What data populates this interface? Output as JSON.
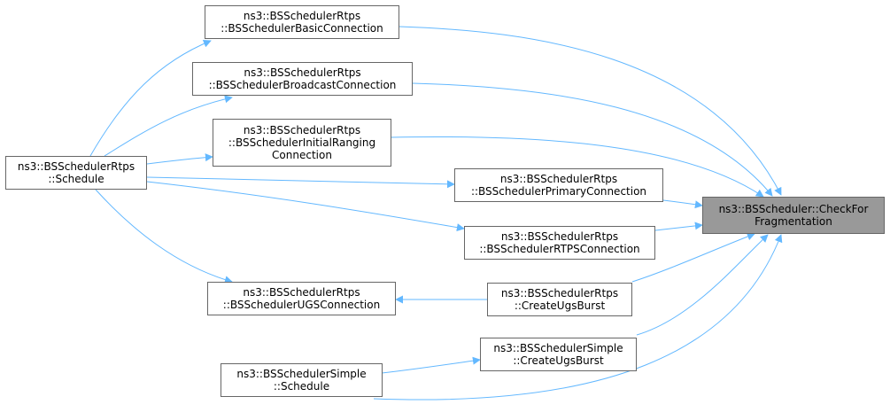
{
  "colors": {
    "edge": "#63b8ff",
    "node_border": "#666666",
    "highlight_fill": "#999999"
  },
  "nodes": {
    "basic": {
      "lines": [
        "ns3::BSSchedulerRtps",
        "::BSSchedulerBasicConnection"
      ]
    },
    "broadcast": {
      "lines": [
        "ns3::BSSchedulerRtps",
        "::BSSchedulerBroadcastConnection"
      ]
    },
    "initial": {
      "lines": [
        "ns3::BSSchedulerRtps",
        "::BSSchedulerInitialRanging",
        "Connection"
      ]
    },
    "primary": {
      "lines": [
        "ns3::BSSchedulerRtps",
        "::BSSchedulerPrimaryConnection"
      ]
    },
    "rtps": {
      "lines": [
        "ns3::BSSchedulerRtps",
        "::BSSchedulerRTPSConnection"
      ]
    },
    "ugs": {
      "lines": [
        "ns3::BSSchedulerRtps",
        "::BSSchedulerUGSConnection"
      ]
    },
    "rtpsburst": {
      "lines": [
        "ns3::BSSchedulerRtps",
        "::CreateUgsBurst"
      ]
    },
    "simpleburst": {
      "lines": [
        "ns3::BSSchedulerSimple",
        "::CreateUgsBurst"
      ]
    },
    "schedule": {
      "lines": [
        "ns3::BSSchedulerRtps",
        "::Schedule"
      ]
    },
    "simplesched": {
      "lines": [
        "ns3::BSSchedulerSimple",
        "::Schedule"
      ]
    },
    "target": {
      "lines": [
        "ns3::BSScheduler::CheckFor",
        "Fragmentation"
      ]
    }
  }
}
